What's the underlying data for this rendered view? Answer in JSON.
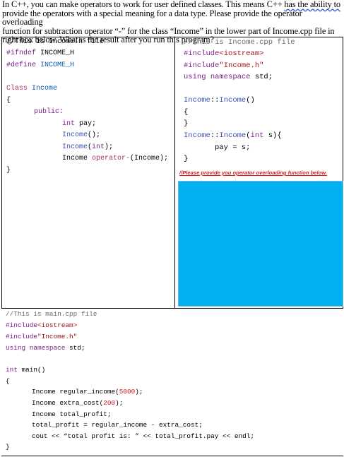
{
  "intro": {
    "line1_a": "In C++, you can make operators to work for user defined classes. This means C++ ",
    "line1_b": "has the ability to",
    "line2": "provide the operators with a special meaning for a data type. Please provide the operator overloading",
    "line3": "function for subtraction operator “-” for the class “Income” in the lower part of Income.cpp file in",
    "line4": "right box below. What is the result after you run this program?"
  },
  "header_file": {
    "l1": "//This is Income.h file",
    "l2_a": "#ifndef",
    "l2_b": " INCOME_H",
    "l3_a": "#define",
    "l3_b": " INCOME_H",
    "l4_a": "Class",
    "l4_b": " Income",
    "l5": "{",
    "l6": "public:",
    "l7_a": "int",
    "l7_b": " pay;",
    "l8_a": "Income",
    "l8_b": "();",
    "l9_a": "Income",
    "l9_b": "(",
    "l9_c": "int",
    "l9_d": ");",
    "l10_a": "Income ",
    "l10_b": "operator-",
    "l10_c": "(Income);",
    "l11": "}"
  },
  "cpp_file": {
    "l1": "//This is Income.cpp file",
    "l2_a": "#include",
    "l2_b": "<iostream>",
    "l3_a": "#include",
    "l3_b": "\"Income.h\"",
    "l4_a": "using",
    "l4_b": " namespace",
    "l4_c": " std;",
    "l5_a": "Income",
    "l5_b": "::",
    "l5_c": "Income",
    "l5_d": "()",
    "l6": "{",
    "l7": "}",
    "l8_a": "Income",
    "l8_b": "::",
    "l8_c": "Income",
    "l8_d": "(",
    "l8_e": "int",
    "l8_f": " s){",
    "l9": "pay = s;",
    "l10": "}",
    "note": "//Please provide you operator overloading function below."
  },
  "main_file": {
    "l1": "//This is main.cpp file",
    "l2_a": "#include",
    "l2_b": "<iostream>",
    "l3_a": "#include",
    "l3_b": "\"Income.h\"",
    "l4_a": "using",
    "l4_b": " namespace",
    "l4_c": " std;",
    "l5_a": "int",
    "l5_b": " main",
    "l5_c": "()",
    "l6": "{",
    "l7_a": "Income regular_income(",
    "l7_b": "5000",
    "l7_c": ");",
    "l8_a": "Income extra_cost(",
    "l8_b": "200",
    "l8_c": ");",
    "l9": "Income total_profit;",
    "l10": "total_profit = regular_income - extra_cost;",
    "l11": "cout << “total profit is: ” << total_profit.pay << endl;",
    "l12": "}"
  },
  "colors": {
    "answer_box": "#00b0f0",
    "note_red": "#d81b1b"
  }
}
